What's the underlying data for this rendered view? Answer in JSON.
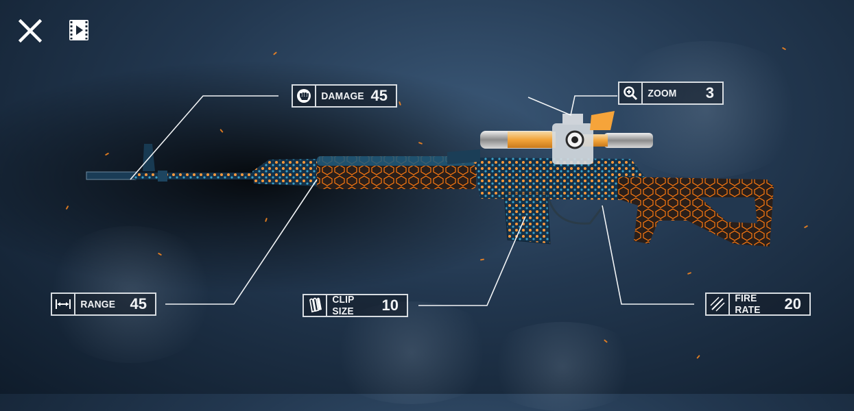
{
  "toolbar": {
    "close_icon": "close-icon",
    "video_icon": "film-play-icon"
  },
  "stats": {
    "damage": {
      "label": "DAMAGE",
      "value": "45",
      "icon": "fist-icon"
    },
    "zoom": {
      "label": "ZOOM",
      "value": "3",
      "icon": "magnifier-plus-icon"
    },
    "range": {
      "label": "RANGE",
      "value": "45",
      "icon": "range-arrows-icon"
    },
    "clip_size": {
      "label": "CLIP SIZE",
      "value": "10",
      "icon": "bullets-icon"
    },
    "fire_rate": {
      "label": "FIRE RATE",
      "value": "20",
      "icon": "speed-lines-icon"
    }
  },
  "colors": {
    "accent_orange": "#ff8a1e",
    "panel_border": "#d8dde2",
    "weapon_blue": "#1f5f86"
  }
}
